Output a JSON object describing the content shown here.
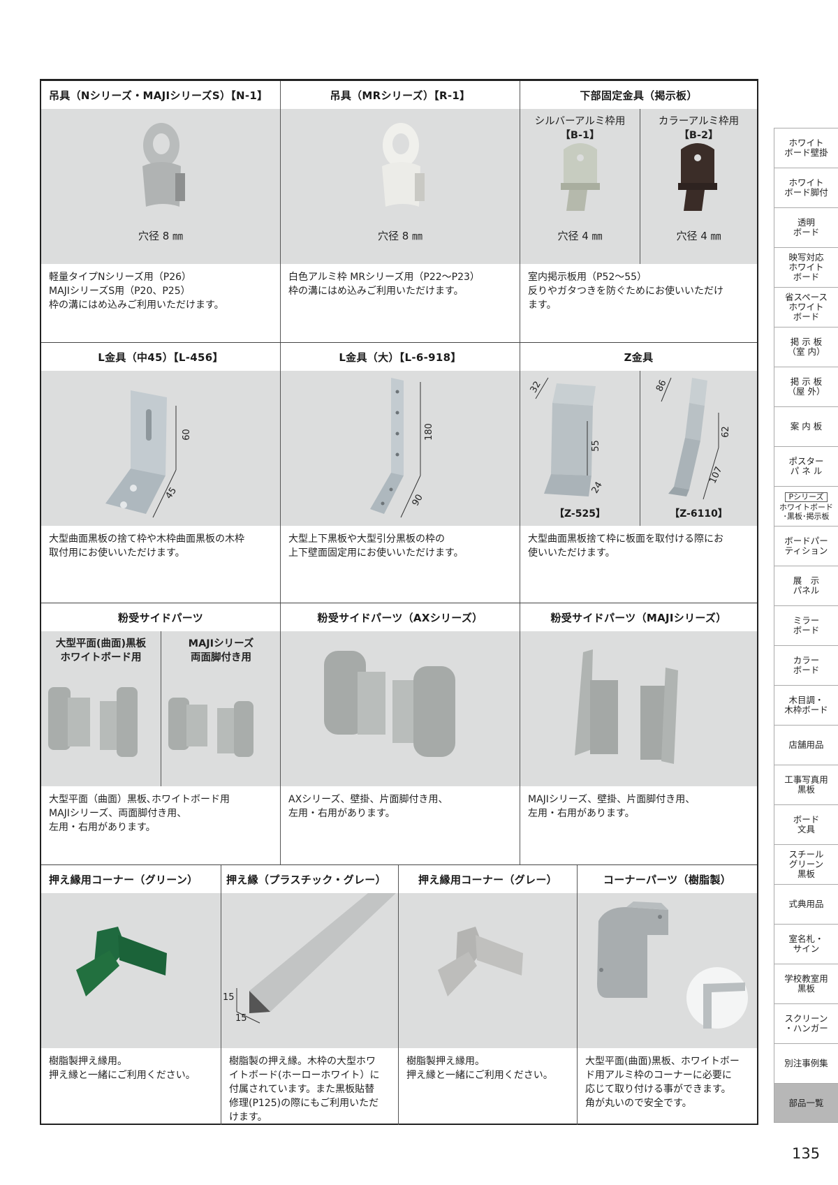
{
  "page_number": "135",
  "colors": {
    "image_bg": "#dcdddd",
    "border": "#222222",
    "active_tab": "#b7b7b7"
  },
  "rows": [
    {
      "cells": [
        {
          "title": "吊具（Nシリーズ・MAJIシリーズS）【N-1】",
          "caption": "穴径 8 ㎜",
          "desc": [
            "軽量タイプNシリーズ用（P26）",
            "MAJIシリーズS用（P20、P25）",
            "枠の溝にはめ込みご利用いただけます。"
          ]
        },
        {
          "title": "吊具（MRシリーズ）【R-1】",
          "caption": "穴径 8 ㎜",
          "desc": [
            "白色アルミ枠 MRシリーズ用（P22〜P23）",
            "枠の溝にはめ込みご利用いただけます。"
          ]
        },
        {
          "title": "下部固定金具（掲示板）",
          "sub": [
            {
              "label1": "シルバーアルミ枠用",
              "label2": "【B-1】",
              "caption": "穴径 4 ㎜"
            },
            {
              "label1": "カラーアルミ枠用",
              "label2": "【B-2】",
              "caption": "穴径 4 ㎜"
            }
          ],
          "desc": [
            "室内掲示板用（P52〜55）",
            "反りやガタつきを防ぐためにお使いいただけ",
            "ます。"
          ]
        }
      ]
    },
    {
      "cells": [
        {
          "title": "L金具（中45）【L-456】",
          "dims": [
            "60",
            "45"
          ],
          "desc": [
            "大型曲面黒板の捨て枠や木枠曲面黒板の木枠",
            "取付用にお使いいただけます。"
          ]
        },
        {
          "title": "L金具（大）【L-6-918】",
          "dims": [
            "180",
            "90"
          ],
          "desc": [
            "大型上下黒板や大型引分黒板の枠の",
            "上下壁面固定用にお使いいただけます。"
          ]
        },
        {
          "title": "Z金具",
          "sub": [
            {
              "code": "【Z-525】",
              "dims": [
                "32",
                "55",
                "24"
              ]
            },
            {
              "code": "【Z-6110】",
              "dims": [
                "86",
                "62",
                "107"
              ]
            }
          ],
          "desc": [
            "大型曲面黒板捨て枠に板面を取付ける際にお",
            "使いいただけます。"
          ]
        }
      ]
    },
    {
      "cells": [
        {
          "title": "粉受サイドパーツ",
          "sub": [
            {
              "label1": "大型平面(曲面)黒板",
              "label2": "ホワイトボード用"
            },
            {
              "label1": "MAJIシリーズ",
              "label2": "両面脚付き用"
            }
          ],
          "desc": [
            "大型平面（曲面）黒板､ホワイトボード用",
            "MAJIシリーズ、両面脚付き用、",
            "左用・右用があります。"
          ]
        },
        {
          "title": "粉受サイドパーツ（AXシリーズ）",
          "desc": [
            "AXシリーズ、壁掛、片面脚付き用、",
            "左用・右用があります。"
          ]
        },
        {
          "title": "粉受サイドパーツ（MAJIシリーズ）",
          "desc": [
            "MAJIシリーズ、壁掛、片面脚付き用、",
            "左用・右用があります。"
          ]
        }
      ]
    },
    {
      "cells": [
        {
          "title": "押え縁用コーナー（グリーン）",
          "desc": [
            "樹脂製押え縁用。",
            "押え縁と一緒にご利用ください。"
          ]
        },
        {
          "title": "押え縁（プラスチック・グレー）",
          "dims": [
            "15",
            "15"
          ],
          "desc": [
            "樹脂製の押え縁。木枠の大型ホワ",
            "イトボード(ホーローホワイト）に",
            "付属されています。また黒板貼替",
            "修理(P125)の際にもご利用いただ",
            "けます。"
          ]
        },
        {
          "title": "押え縁用コーナー（グレー）",
          "desc": [
            "樹脂製押え縁用。",
            "押え縁と一緒にご利用ください。"
          ]
        },
        {
          "title": "コーナーパーツ（樹脂製）",
          "desc": [
            "大型平面(曲面)黒板、ホワイトボー",
            "ド用アルミ枠のコーナーに必要に",
            "応じて取り付ける事ができます。",
            "角が丸いので安全です。"
          ]
        }
      ]
    }
  ],
  "sidebar": {
    "tabs": [
      {
        "label": "ホワイト\nボード壁掛"
      },
      {
        "label": "ホワイト\nボード脚付"
      },
      {
        "label": "透明\nボード"
      },
      {
        "label": "映写対応\nホワイト\nボード"
      },
      {
        "label": "省スペース\nホワイト\nボード"
      },
      {
        "label": "掲 示 板\n（室 内）"
      },
      {
        "label": "掲 示 板\n（屋 外）"
      },
      {
        "label": "案 内 板"
      },
      {
        "label": "ポスター\nパ ネ ル"
      },
      {
        "label_boxed": "Pシリーズ",
        "label": "ホワイトボード\n･黒板･掲示板"
      },
      {
        "label": "ボードパー\nティション"
      },
      {
        "label": "展　示\nパネル"
      },
      {
        "label": "ミラー\nボード"
      },
      {
        "label": "カラー\nボード"
      },
      {
        "label": "木目調・\n木枠ボード"
      },
      {
        "label": "店舗用品"
      },
      {
        "label": "工事写真用\n黒板"
      },
      {
        "label": "ボード\n文具"
      },
      {
        "label": "スチール\nグリーン\n黒板"
      },
      {
        "label": "式典用品"
      },
      {
        "label": "室名札・\nサイン"
      },
      {
        "label": "学校教室用\n黒板"
      },
      {
        "label": "スクリーン\n・ハンガー"
      },
      {
        "label": "別注事例集"
      },
      {
        "label": "部品一覧",
        "active": true
      }
    ]
  }
}
